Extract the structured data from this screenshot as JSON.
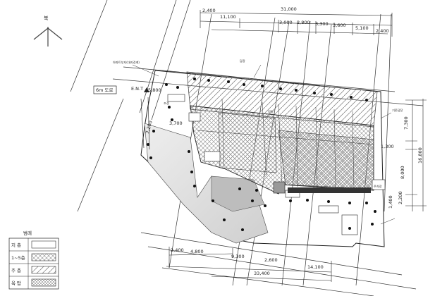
{
  "compass": {
    "label": "북"
  },
  "road_label": "6m 도로",
  "entrance_label": "E.N.T",
  "top_dims": {
    "total": "31,000",
    "d1": "2,400",
    "d2": "11,100",
    "d3": "3,000",
    "d4": "2,800",
    "d5": "3,300",
    "d6": "3,600",
    "d7": "5,100",
    "d8": "2,400"
  },
  "right_dims": {
    "r1": "7,300",
    "r2": "1,300",
    "r3": "16,800",
    "r4": "8,000",
    "r5": "2,200",
    "r6": "1,400"
  },
  "left_dims": {
    "l1": "5,800",
    "l2": "2,200",
    "l3": "3,700"
  },
  "bottom_dims": {
    "b1": "2,400",
    "b2": "4,800",
    "b3": "9,300",
    "b4": "2,600",
    "b5": "14,100",
    "total": "33,400"
  },
  "notes": {
    "n1": "아파트부지(대지경계)",
    "n2": "담장",
    "n3": "기존담장",
    "n4": "정원",
    "n5": "조경",
    "n6": "주차장"
  },
  "legend": {
    "title": "범례",
    "items": [
      {
        "label": "지 층"
      },
      {
        "label": "1~5층"
      },
      {
        "label": "주 층"
      },
      {
        "label": "옥 탑"
      }
    ]
  }
}
